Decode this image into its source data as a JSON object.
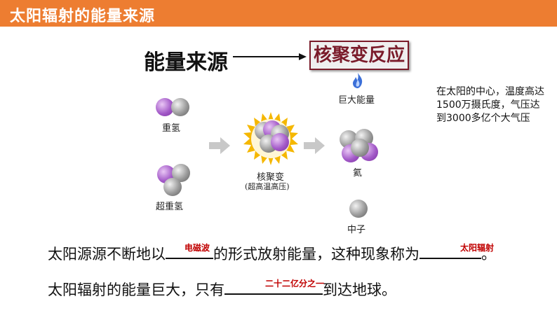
{
  "header": {
    "title": "太阳辐射的能量来源"
  },
  "diagram": {
    "energy_source_label": "能量来源",
    "fusion_label": "核聚变反应",
    "huge_energy_label": "巨大能量",
    "deuterium_label": "重氢",
    "tritium_label": "超重氢",
    "fusion_process_label": "核聚变",
    "condition_label": "(超高温高压)",
    "helium_label": "氦",
    "neutron_label": "中子",
    "icons": [
      "flame-icon",
      "arrow-icon",
      "starburst-icon"
    ],
    "colors": {
      "proton": "#a35ac8",
      "neutron": "#9a9a9a",
      "arrow": "#c8c8c8",
      "flame": "#3b6fd8",
      "starburst": "#f5b700"
    }
  },
  "note": {
    "text": "在太阳的中心，温度高达1500万摄氏度，气压达到3000多亿个大气压"
  },
  "fill_in": {
    "line1_part1": "太阳源源不断地以",
    "line1_answer1": "电磁波",
    "line1_part2": "的形式放射能量，这种现象称为",
    "line1_answer2": "太阳辐射",
    "line1_end": "。",
    "line2_part1": "太阳辐射的能量巨大，只有",
    "line2_answer": "二十二亿分之一",
    "line2_end": "到达地球。"
  },
  "colors": {
    "title_bar": "#ed7d31",
    "answer": "#c00000",
    "box_border": "#7a1b2a"
  }
}
